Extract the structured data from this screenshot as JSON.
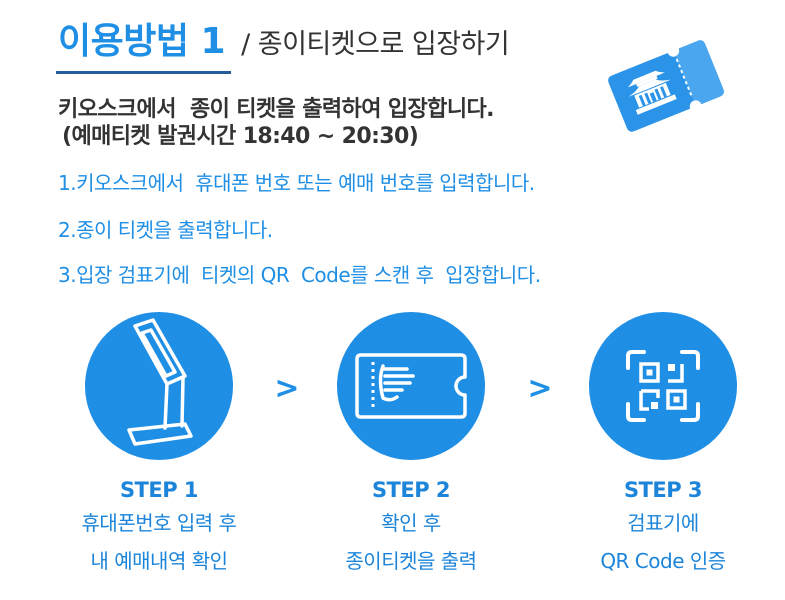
{
  "title": {
    "main": "이용방법 1",
    "sub": "/ 종이티켓으로 입장하기"
  },
  "header_icon": "ticket-palace-icon",
  "intro": {
    "line1": "키오스크에서  종이 티켓을 출력하여 입장합니다.",
    "line2": "(예매티켓 발권시간 18:40 ~ 20:30)"
  },
  "instructions": [
    "1.키오스크에서  휴대폰 번호 또는 예매 번호를 입력합니다.",
    "2.종이 티켓을 출력합니다.",
    "3.입장 검표기에  티켓의 QR  Code를 스캔 후  입장합니다."
  ],
  "separators": [
    ">",
    ">"
  ],
  "steps": [
    {
      "label": "STEP 1",
      "line1": "휴대폰번호 입력 후",
      "line2": "내 예매내역 확인",
      "icon": "kiosk-icon"
    },
    {
      "label": "STEP 2",
      "line1": "확인 후",
      "line2": "종이티켓을 출력",
      "icon": "ticket-icon"
    },
    {
      "label": "STEP 3",
      "line1": "검표기에",
      "line2": "QR Code 인증",
      "icon": "qr-scan-icon"
    }
  ],
  "colors": {
    "accent": "#1f8fe6",
    "text": "#333333",
    "underline": "#245e9a",
    "step": "#1c85da",
    "circle": "#1f8fe6"
  }
}
